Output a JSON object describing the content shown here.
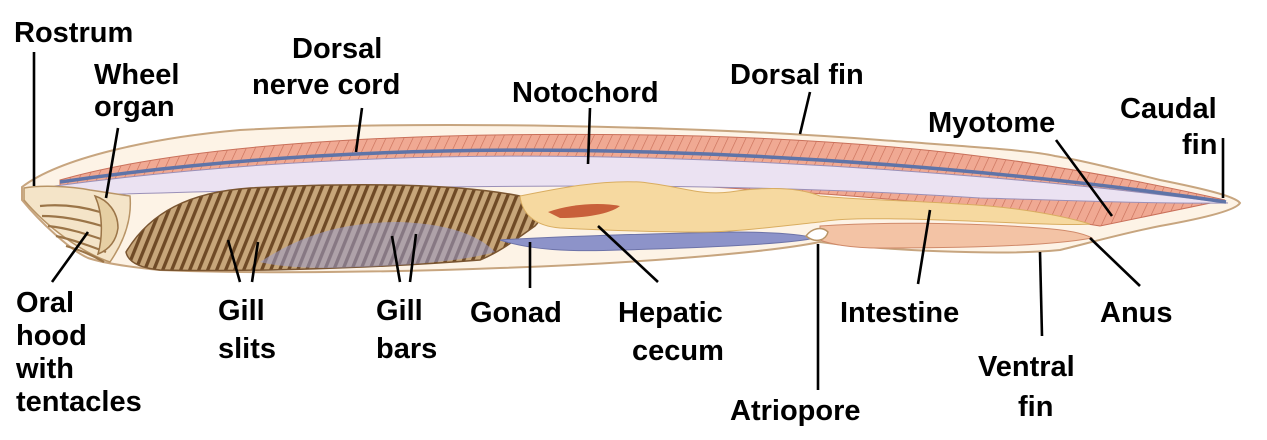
{
  "labels": {
    "rostrum": "Rostrum",
    "wheel_organ": [
      "Wheel",
      "organ"
    ],
    "dorsal_nerve_cord": [
      "Dorsal",
      "nerve cord"
    ],
    "notochord": "Notochord",
    "dorsal_fin": "Dorsal fin",
    "myotome": "Myotome",
    "caudal_fin": [
      "Caudal",
      "fin"
    ],
    "oral_hood": [
      "Oral",
      "hood",
      "with",
      "tentacles"
    ],
    "gill_slits": [
      "Gill",
      "slits"
    ],
    "gill_bars": [
      "Gill",
      "bars"
    ],
    "gonad": "Gonad",
    "hepatic_cecum": [
      "Hepatic",
      "cecum"
    ],
    "intestine": "Intestine",
    "anus": "Anus",
    "atriopore": "Atriopore",
    "ventral_fin": [
      "Ventral",
      "fin"
    ]
  },
  "colors": {
    "body_fill": "#fbeedd",
    "myotome": "#f0a993",
    "nerve_cord": "#5f74a8",
    "notochord": "#e6dcef",
    "pharynx": "#b89466",
    "gill_bars": "#7a5530",
    "gonad_band": "#8d93c9",
    "gut": "#f3d49a",
    "hepatic": "#c8603a"
  }
}
